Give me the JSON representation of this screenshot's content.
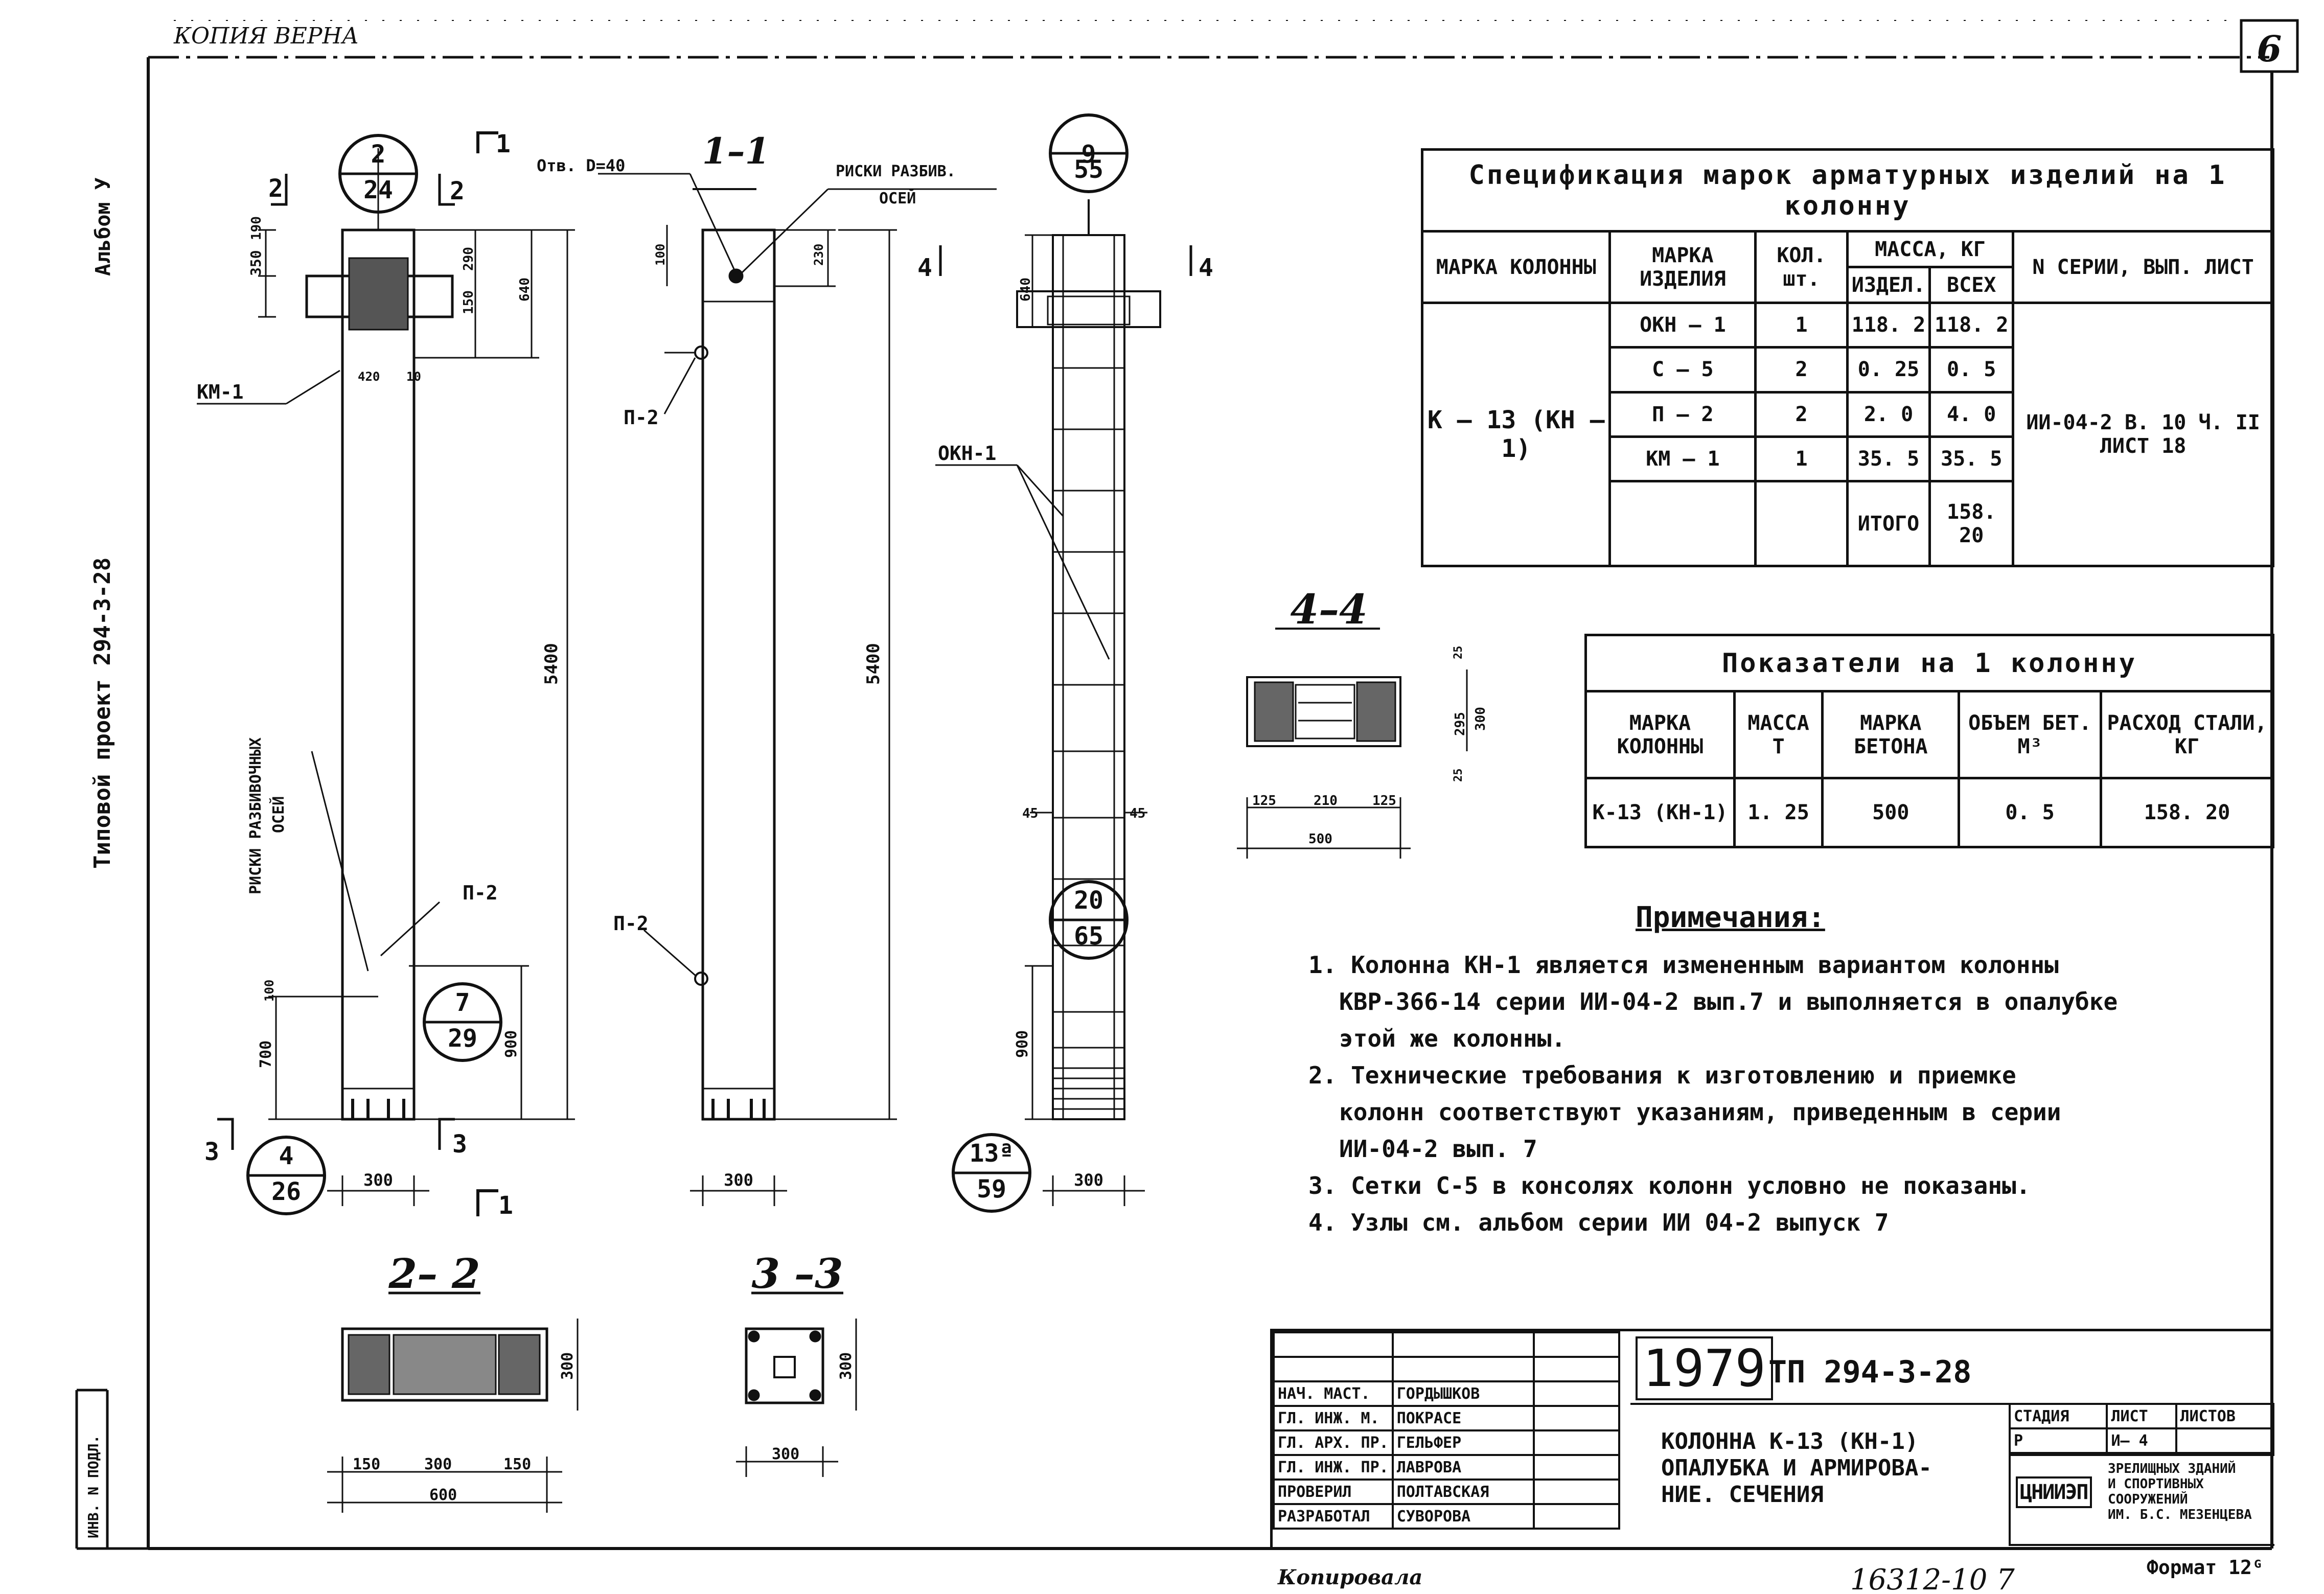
{
  "header": {
    "kopiya": "КОПИЯ ВЕРНА",
    "sheet_no": "6",
    "album": "Альбом У",
    "project": "Типовой проект 294-3-28",
    "inv": "ИНВ. N ПОДЛ."
  },
  "drawing": {
    "bubbles": [
      {
        "top": "2",
        "bottom": "24"
      },
      {
        "top": "9",
        "bottom": "55"
      },
      {
        "top": "7",
        "bottom": "29"
      },
      {
        "top": "4",
        "bottom": "26"
      },
      {
        "top": "20",
        "bottom": "65"
      },
      {
        "top": "13ª",
        "bottom": "59"
      }
    ],
    "section_titles": {
      "s11": "1–1",
      "s22": "2– 2",
      "s33": "3 –3",
      "s44": "4–4"
    },
    "labels": {
      "km1": "КМ-1",
      "p2": "П-2",
      "okn1": "ОКН-1",
      "otv": "Отв. D=40",
      "riski_top": "РИСКИ РАЗБИВ.",
      "riski_top2": "ОСЕЙ",
      "riski_side": "РИСКИ РАЗБИВОЧНЫХ",
      "riski_side2": "ОСЕЙ",
      "cut_1": "1",
      "cut_2": "2",
      "cut_3": "3",
      "cut_4": "4"
    },
    "dims": {
      "d5400": "5400",
      "d300": "300",
      "d900": "900",
      "d700": "700",
      "d100": "100",
      "d350": "350",
      "d190": "190",
      "d290": "290",
      "d150": "150",
      "d640": "640",
      "d420": "420",
      "d10": "10",
      "d45": "45",
      "d100b": "100",
      "d230": "230",
      "d600": "600",
      "d125": "125",
      "d210": "210",
      "d295": "295",
      "d25": "25",
      "d500": "500"
    }
  },
  "spec_table": {
    "title": "Спецификация марок арматурных изделий на 1 колонну",
    "headers": {
      "marka_kol": "МАРКА КОЛОННЫ",
      "marka_izd": "МАРКА ИЗДЕЛИЯ",
      "kol": "КОЛ. шт.",
      "massa": "МАССА, КГ",
      "izdel": "ИЗДЕЛ.",
      "vseh": "ВСЕХ",
      "nseri": "N СЕРИИ, ВЫП. ЛИСТ"
    },
    "column": "К – 13 (КН – 1)",
    "rows": [
      {
        "izd": "ОКН – 1",
        "kol": "1",
        "izdel": "118. 2",
        "vseh": "118. 2"
      },
      {
        "izd": "С – 5",
        "kol": "2",
        "izdel": "0. 25",
        "vseh": "0. 5"
      },
      {
        "izd": "П – 2",
        "kol": "2",
        "izdel": "2. 0",
        "vseh": "4. 0"
      },
      {
        "izd": "КМ – 1",
        "kol": "1",
        "izdel": "35. 5",
        "vseh": "35. 5"
      }
    ],
    "series": "ИИ-04-2 В. 10 Ч. II ЛИСТ 18",
    "itogo_label": "ИТОГО",
    "itogo_value": "158. 20"
  },
  "pokaz_table": {
    "title": "Показатели на 1 колонну",
    "headers": [
      "МАРКА КОЛОННЫ",
      "МАССА Т",
      "МАРКА БЕТОНА",
      "ОБЪЕМ БЕТ. М³",
      "РАСХОД СТАЛИ, КГ"
    ],
    "row": [
      "К-13 (КН-1)",
      "1. 25",
      "500",
      "0. 5",
      "158. 20"
    ]
  },
  "notes": {
    "title": "Примечания:",
    "items": [
      "1. Колонна КН-1 является измененным вариантом колонны",
      "КВР-366-14 серии ИИ-04-2 вып.7 и выполняется в опалубке",
      "этой же колонны.",
      "2. Технические требования к изготовлению и приемке",
      "колонн соответствуют указаниям, приведенным в серии",
      "ИИ-04-2 вып. 7",
      "3. Сетки С-5 в консолях колонн условно не показаны.",
      "4. Узлы см. альбом серии ИИ 04-2 выпуск 7"
    ]
  },
  "title_block": {
    "year": "1979",
    "code": "ТП 294-3-28",
    "staff": [
      {
        "role": "НАЧ. МАСТ.",
        "name": "ГОРДЫШКОВ"
      },
      {
        "role": "ГЛ. ИНЖ. М.",
        "name": "ПОКРАСЕ"
      },
      {
        "role": "ГЛ. АРХ. ПР.",
        "name": "ГЕЛЬФЕР"
      },
      {
        "role": "ГЛ. ИНЖ. ПР.",
        "name": "ЛАВРОВА"
      },
      {
        "role": "ПРОВЕРИЛ",
        "name": "ПОЛТАВСКАЯ"
      },
      {
        "role": "РАЗРАБОТАЛ",
        "name": "СУВОРОВА"
      }
    ],
    "doc_title_1": "КОЛОННА К-13 (КН-1)",
    "doc_title_2": "ОПАЛУБКА И АРМИРОВА-",
    "doc_title_3": "НИЕ. СЕЧЕНИЯ",
    "stage_label": "СТАДИЯ",
    "sheet_label": "ЛИСТ",
    "sheets_label": "ЛИСТОВ",
    "stage": "Р",
    "sheet": "И– 4",
    "org_logo": "ЦНИИЭП",
    "org_1": "ЗРЕЛИЩНЫХ ЗДАНИЙ",
    "org_2": "И СПОРТИВНЫХ",
    "org_3": "СООРУЖЕНИЙ",
    "org_4": "ИМ. Б.С. МЕЗЕНЦЕВА"
  },
  "footer": {
    "kopiroval": "Копировала",
    "order": "16312-10 7",
    "format": "Формат 12ᴳ"
  }
}
